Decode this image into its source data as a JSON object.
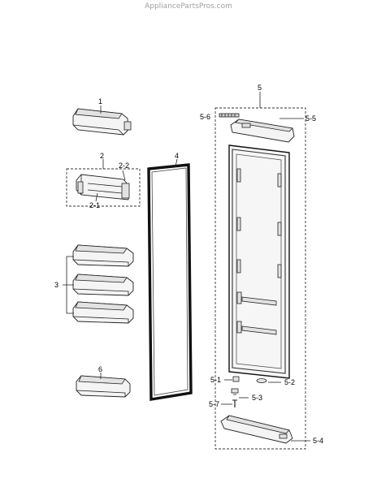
{
  "watermark": "AppliancePartsPros.com",
  "callouts": {
    "c1": "1",
    "c2": "2",
    "c2_1": "2-1",
    "c2_2": "2-2",
    "c3": "3",
    "c4": "4",
    "c5": "5",
    "c5_1": "5-1",
    "c5_2": "5-2",
    "c5_3": "5-3",
    "c5_4": "5-4",
    "c5_5": "5-5",
    "c5_6": "5-6",
    "c5_7": "5-7",
    "c6": "6"
  }
}
